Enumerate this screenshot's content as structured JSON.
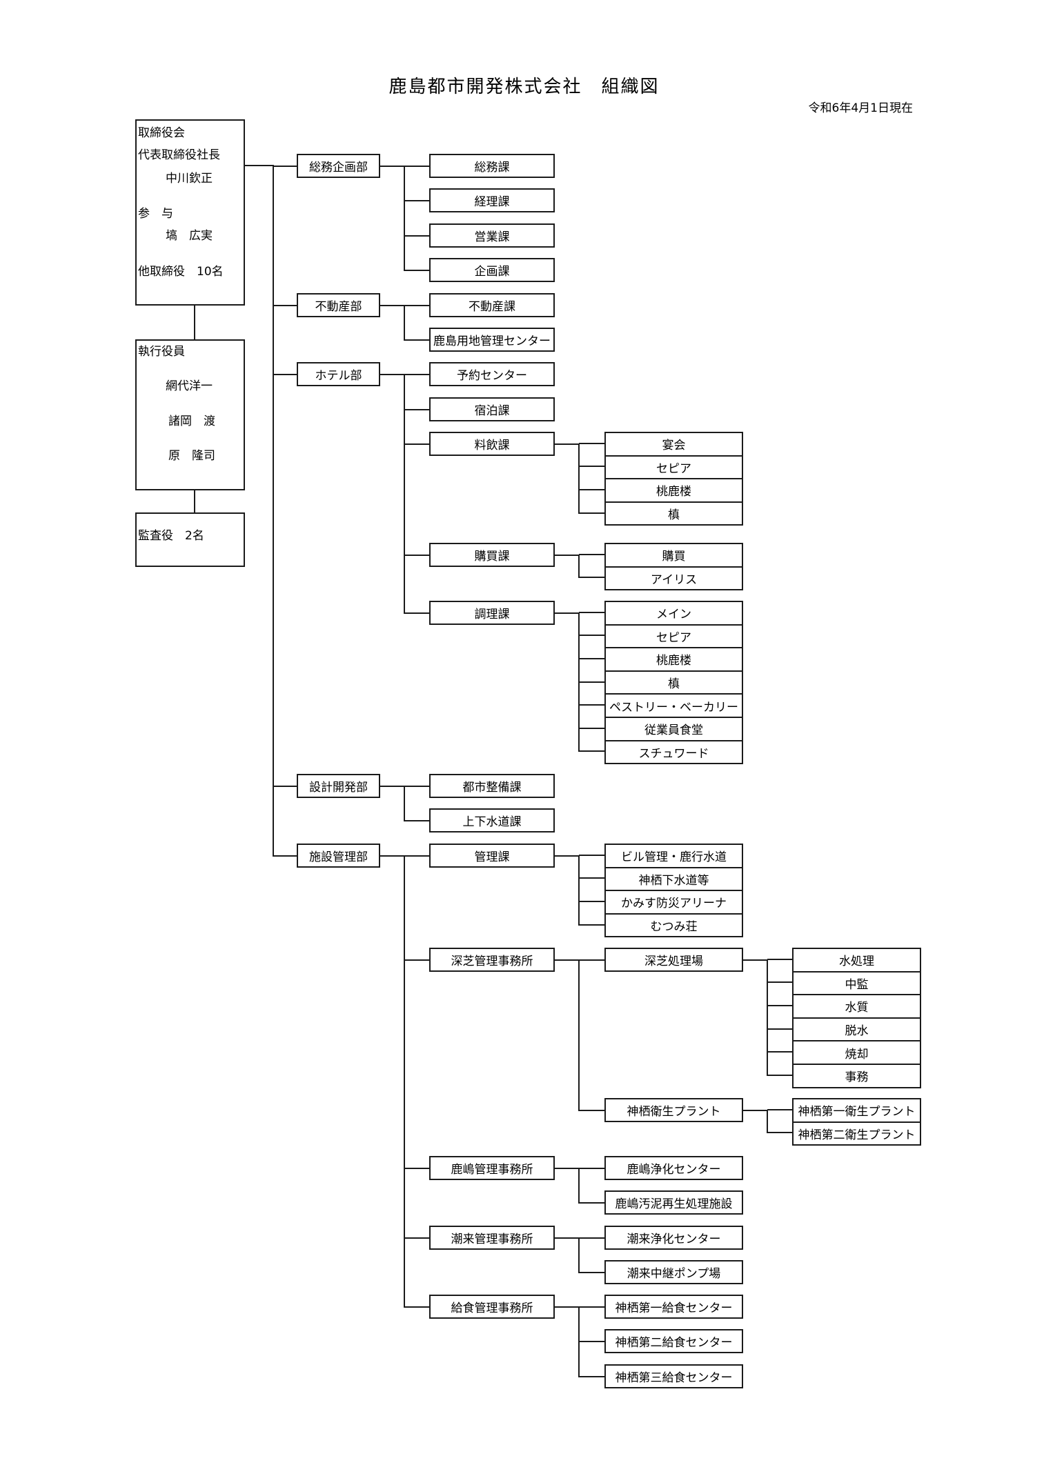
{
  "document": {
    "title": "鹿島都市開発株式会社",
    "title_suffix": "組織図",
    "as_of_date": "令和6年4月1日現在"
  },
  "executives": {
    "board": {
      "heading": "取締役会",
      "president_title": "代表取締役社長",
      "president_name": "中川欽正",
      "advisor_title": "参　与",
      "advisor_name": "塙　広実",
      "other_directors": "他取締役　10名"
    },
    "officers": {
      "heading": "執行役員",
      "members": [
        "網代洋一",
        "諸岡　渡",
        "原　隆司"
      ]
    },
    "auditors": {
      "label": "監査役　2名"
    }
  },
  "departments": [
    {
      "name": "総務企画部",
      "sections": [
        {
          "name": "総務課"
        },
        {
          "name": "経理課"
        },
        {
          "name": "営業課"
        },
        {
          "name": "企画課"
        }
      ]
    },
    {
      "name": "不動産部",
      "sections": [
        {
          "name": "不動産課"
        },
        {
          "name": "鹿島用地管理センター"
        }
      ]
    },
    {
      "name": "ホテル部",
      "sections": [
        {
          "name": "予約センター"
        },
        {
          "name": "宿泊課"
        },
        {
          "name": "料飲課",
          "units": [
            "宴会",
            "セピア",
            "桃鹿楼",
            "槙"
          ]
        },
        {
          "name": "購買課",
          "units": [
            "購買",
            "アイリス"
          ]
        },
        {
          "name": "調理課",
          "units": [
            "メイン",
            "セピア",
            "桃鹿楼",
            "槙",
            "ペストリー・ベーカリー",
            "従業員食堂",
            "スチュワード"
          ]
        }
      ]
    },
    {
      "name": "設計開発部",
      "sections": [
        {
          "name": "都市整備課"
        },
        {
          "name": "上下水道課"
        }
      ]
    },
    {
      "name": "施設管理部",
      "sections": [
        {
          "name": "管理課",
          "units": [
            "ビル管理・鹿行水道",
            "神栖下水道等",
            "かみす防災アリーナ",
            "むつみ荘"
          ]
        },
        {
          "name": "深芝管理事務所",
          "facilities": [
            {
              "name": "深芝処理場",
              "units": [
                "水処理",
                "中監",
                "水質",
                "脱水",
                "焼却",
                "事務"
              ]
            },
            {
              "name": "神栖衛生プラント",
              "units": [
                "神栖第一衛生プラント",
                "神栖第二衛生プラント"
              ]
            }
          ]
        },
        {
          "name": "鹿嶋管理事務所",
          "facilities": [
            {
              "name": "鹿嶋浄化センター"
            },
            {
              "name": "鹿嶋汚泥再生処理施設"
            }
          ]
        },
        {
          "name": "潮来管理事務所",
          "facilities": [
            {
              "name": "潮来浄化センター"
            },
            {
              "name": "潮来中継ポンプ場"
            }
          ]
        },
        {
          "name": "給食管理事務所",
          "facilities": [
            {
              "name": "神栖第一給食センター"
            },
            {
              "name": "神栖第二給食センター"
            },
            {
              "name": "神栖第三給食センター"
            }
          ]
        }
      ]
    }
  ]
}
